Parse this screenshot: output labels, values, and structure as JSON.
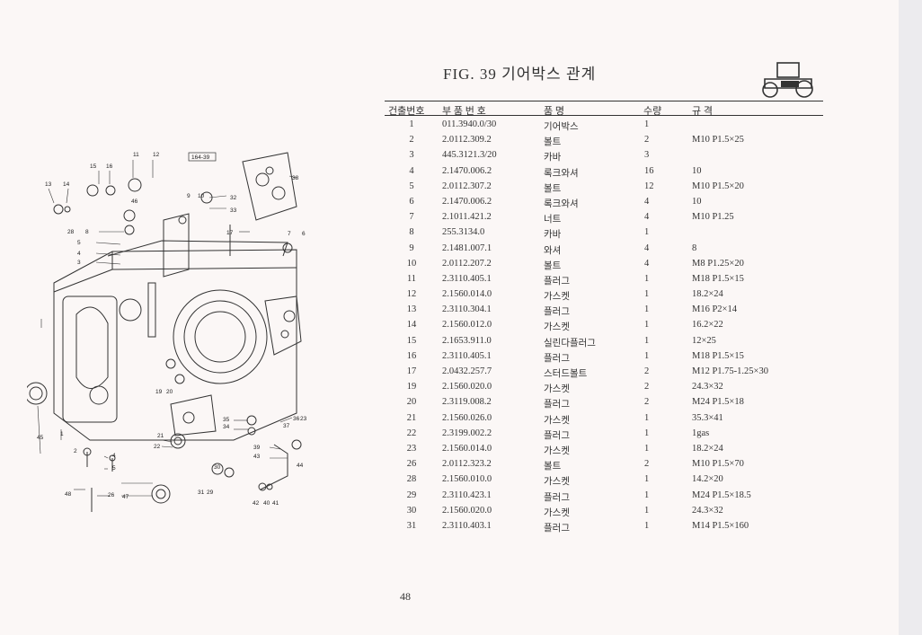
{
  "figure": {
    "title": "FIG. 39 기어박스 관계"
  },
  "table": {
    "headers": [
      "건출번호",
      "부 품 번 호",
      "품 명",
      "수량",
      "규 격"
    ],
    "rows": [
      [
        "1",
        "011.3940.0/30",
        "기어박스",
        "1",
        ""
      ],
      [
        "2",
        "2.0112.309.2",
        "볼트",
        "2",
        "M10 P1.5×25"
      ],
      [
        "3",
        "445.3121.3/20",
        "카바",
        "3",
        ""
      ],
      [
        "4",
        "2.1470.006.2",
        "록크와셔",
        "16",
        "10"
      ],
      [
        "5",
        "2.0112.307.2",
        "볼트",
        "12",
        "M10 P1.5×20"
      ],
      [
        "6",
        "2.1470.006.2",
        "록크와셔",
        "4",
        "10"
      ],
      [
        "7",
        "2.1011.421.2",
        "너트",
        "4",
        "M10 P1.25"
      ],
      [
        "8",
        "255.3134.0",
        "카바",
        "1",
        ""
      ],
      [
        "9",
        "2.1481.007.1",
        "와셔",
        "4",
        "8"
      ],
      [
        "10",
        "2.0112.207.2",
        "볼트",
        "4",
        "M8 P1.25×20"
      ],
      [
        "11",
        "2.3110.405.1",
        "플러그",
        "1",
        "M18 P1.5×15"
      ],
      [
        "12",
        "2.1560.014.0",
        "가스켓",
        "1",
        "18.2×24"
      ],
      [
        "13",
        "2.3110.304.1",
        "플러그",
        "1",
        "M16 P2×14"
      ],
      [
        "14",
        "2.1560.012.0",
        "가스켓",
        "1",
        "16.2×22"
      ],
      [
        "15",
        "2.1653.911.0",
        "실린다플러그",
        "1",
        "12×25"
      ],
      [
        "16",
        "2.3110.405.1",
        "플러그",
        "1",
        "M18 P1.5×15"
      ],
      [
        "17",
        "2.0432.257.7",
        "스터드볼트",
        "2",
        "M12 P1.75-1.25×30"
      ],
      [
        "19",
        "2.1560.020.0",
        "가스켓",
        "2",
        "24.3×32"
      ],
      [
        "20",
        "2.3119.008.2",
        "플러그",
        "2",
        "M24 P1.5×18"
      ],
      [
        "21",
        "2.1560.026.0",
        "가스켓",
        "1",
        "35.3×41"
      ],
      [
        "22",
        "2.3199.002.2",
        "플러그",
        "1",
        "1gas"
      ],
      [
        "23",
        "2.1560.014.0",
        "가스켓",
        "1",
        "18.2×24"
      ],
      [
        "26",
        "2.0112.323.2",
        "볼트",
        "2",
        "M10 P1.5×70"
      ],
      [
        "28",
        "2.1560.010.0",
        "가스켓",
        "1",
        "14.2×20"
      ],
      [
        "29",
        "2.3110.423.1",
        "플러그",
        "1",
        "M24 P1.5×18.5"
      ],
      [
        "30",
        "2.1560.020.0",
        "가스켓",
        "1",
        "24.3×32"
      ],
      [
        "31",
        "2.3110.403.1",
        "플러그",
        "1",
        "M14 P1.5×160"
      ]
    ]
  },
  "diagram": {
    "ref_tag": "164-39",
    "callouts": [
      "1",
      "2",
      "3",
      "4",
      "4",
      "5",
      "5",
      "6",
      "7",
      "8",
      "9",
      "10",
      "11",
      "12",
      "13",
      "14",
      "15",
      "16",
      "17",
      "19",
      "20",
      "21",
      "22",
      "23",
      "26",
      "28",
      "29",
      "30",
      "31",
      "32",
      "33",
      "34",
      "35",
      "36",
      "37",
      "38",
      "39",
      "40",
      "41",
      "42",
      "43",
      "44",
      "45",
      "46",
      "47",
      "48"
    ]
  },
  "page": {
    "number": "48"
  }
}
